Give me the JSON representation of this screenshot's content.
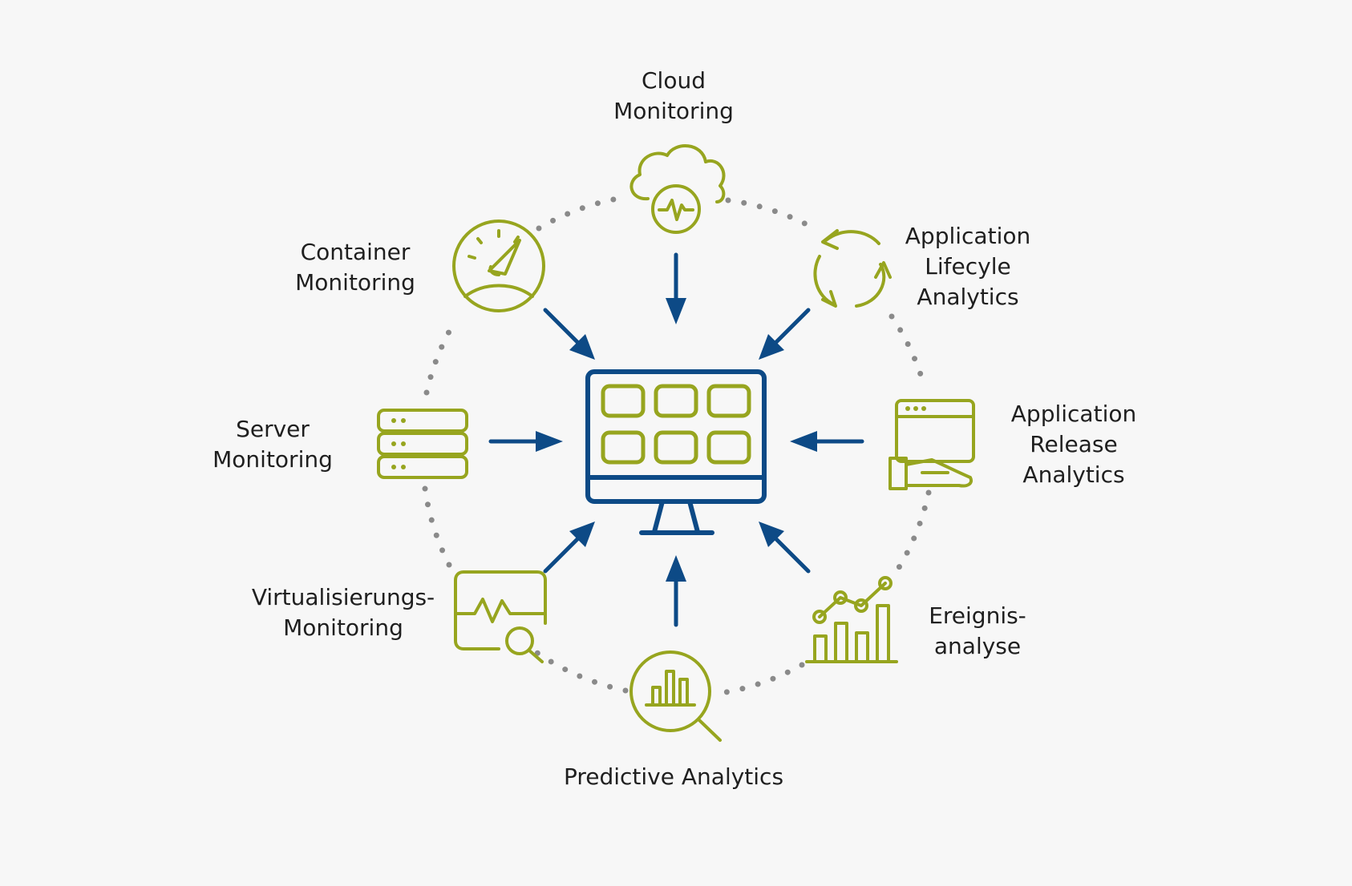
{
  "labels": {
    "cloud": [
      "Cloud",
      "Monitoring"
    ],
    "container": [
      "Container",
      "Monitoring"
    ],
    "lifecycle": [
      "Application",
      "Lifecyle",
      "Analytics"
    ],
    "server": [
      "Server",
      "Monitoring"
    ],
    "release": [
      "Application",
      "Release",
      "Analytics"
    ],
    "virtualisation": [
      "Virtualisierungs-",
      "Monitoring"
    ],
    "events": [
      "Ereignis-",
      "analyse"
    ],
    "predictive": [
      "Predictive Analytics"
    ]
  },
  "colors": {
    "background": "#f7f7f7",
    "icon_green": "#97a51f",
    "arrow_blue": "#0d4a86",
    "ring_gray": "#8a8a8a",
    "text": "#1f1f1f"
  }
}
